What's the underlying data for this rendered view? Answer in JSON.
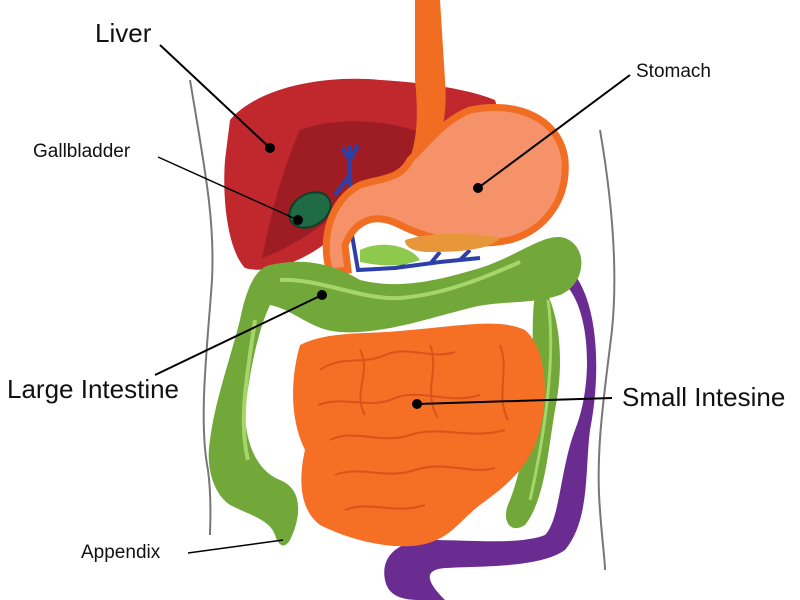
{
  "labels": {
    "liver": "Liver",
    "gallbladder": "Gallbladder",
    "stomach": "Stomach",
    "large_intestine": "Large Intestine",
    "small_intestine": "Small Intesine",
    "appendix": "Appendix"
  },
  "colors": {
    "liver": "#c0282e",
    "liver_shadow": "#9e1d24",
    "gallbladder": "#1f6b45",
    "stomach": "#f5926a",
    "stomach_outline": "#f06d22",
    "esophagus": "#f06d22",
    "large_intestine": "#72a83a",
    "large_intestine_light": "#8cc94c",
    "small_intestine": "#f56f24",
    "rectum": "#6a2c91",
    "pancreas": "#e8963a",
    "bile_duct": "#2d3fa8",
    "body_outline": "#777777"
  }
}
